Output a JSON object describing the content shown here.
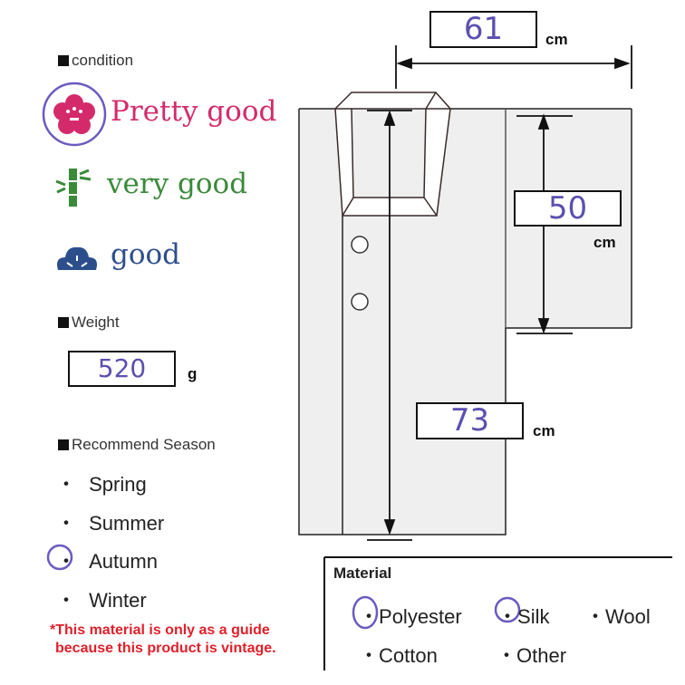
{
  "condition": {
    "heading": "condition",
    "levels": [
      {
        "label": "Pretty good",
        "icon": "plum-blossom-icon",
        "color": "#d42a6b",
        "selected": true
      },
      {
        "label": "very good",
        "icon": "bamboo-icon",
        "color": "#3a8a3a",
        "selected": false
      },
      {
        "label": "good",
        "icon": "pine-icon",
        "color": "#2c4f8c",
        "selected": false
      }
    ]
  },
  "weight": {
    "heading": "Weight",
    "value": "520",
    "unit": "g"
  },
  "season": {
    "heading": "Recommend Season",
    "items": [
      {
        "label": "Spring",
        "selected": false
      },
      {
        "label": "Summer",
        "selected": false
      },
      {
        "label": "Autumn",
        "selected": true
      },
      {
        "label": "Winter",
        "selected": false
      }
    ]
  },
  "note": {
    "line1": "*This material is only as a guide",
    "line2": "because this product is vintage."
  },
  "measurements": {
    "sleeve_width": {
      "value": "61",
      "unit": "cm"
    },
    "sleeve_length": {
      "value": "50",
      "unit": "cm"
    },
    "body_length": {
      "value": "73",
      "unit": "cm"
    }
  },
  "material": {
    "heading": "Material",
    "items": [
      {
        "label": "Polyester",
        "selected": true
      },
      {
        "label": "Silk",
        "selected": true
      },
      {
        "label": "Wool",
        "selected": false
      },
      {
        "label": "Cotton",
        "selected": false
      },
      {
        "label": "Other",
        "selected": false
      }
    ]
  },
  "colors": {
    "handwriting": "#5b50b0",
    "garment_fill": "#efefef"
  }
}
